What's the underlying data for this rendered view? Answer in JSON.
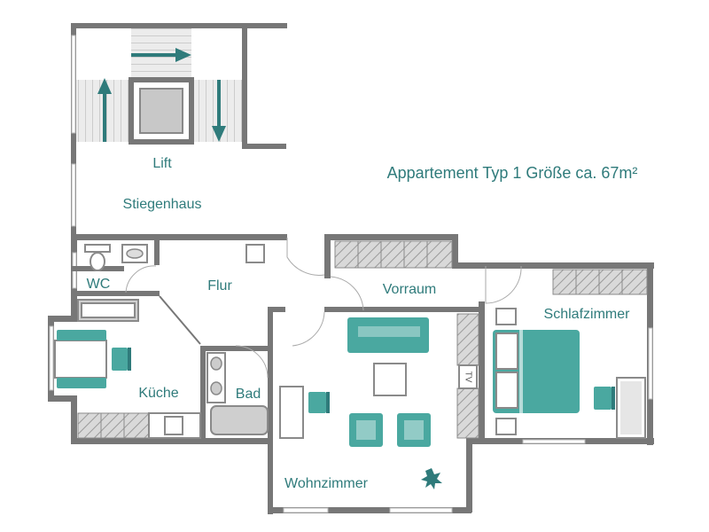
{
  "title": "Appartement Typ 1 Größe ca. 67m²",
  "rooms": {
    "lift": "Lift",
    "stiegenhaus": "Stiegenhaus",
    "wc": "WC",
    "flur": "Flur",
    "vorraum": "Vorraum",
    "schlafzimmer": "Schlafzimmer",
    "kueche": "Küche",
    "bad": "Bad",
    "wohnzimmer": "Wohnzimmer"
  },
  "tv_label": "TV",
  "colors": {
    "accent": "#2f7b7b",
    "furniture": "#4aa8a0",
    "wall": "#777777"
  }
}
